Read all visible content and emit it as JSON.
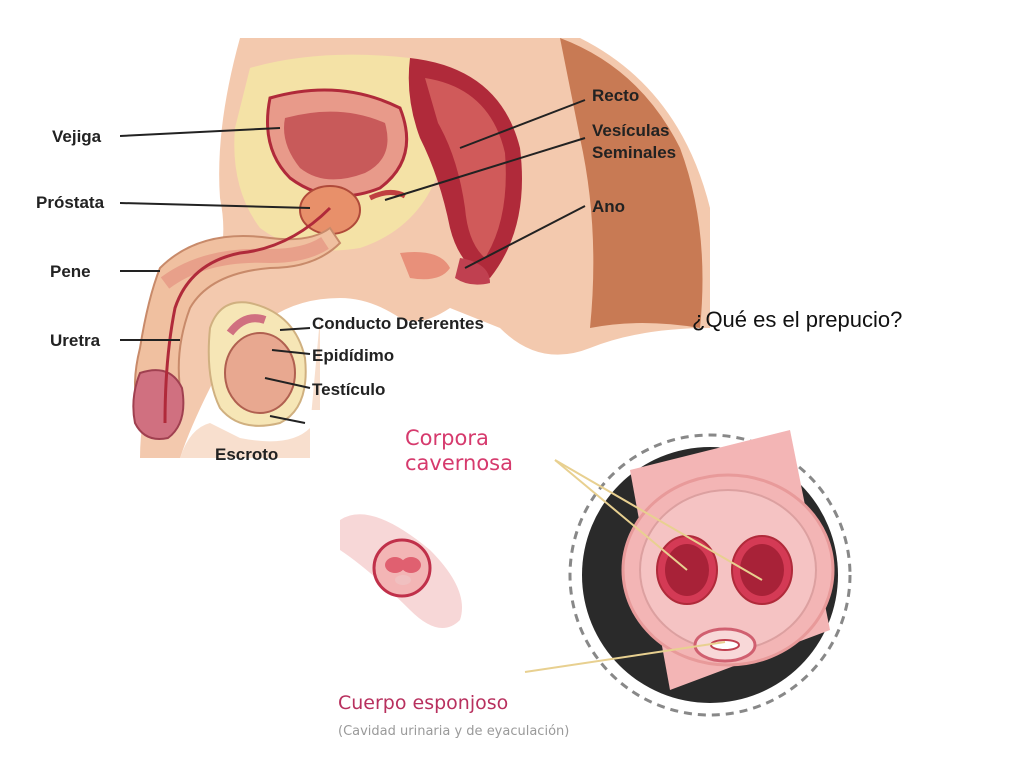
{
  "slide": {
    "title": "¿Qué es el prepucio?"
  },
  "anatomy_diagram": {
    "labels_left": [
      "Vejiga",
      "Próstata",
      "Pene",
      "Uretra"
    ],
    "labels_right": [
      "Recto",
      "Vesículas\nSeminales",
      "Ano"
    ],
    "labels_center": [
      "Conducto Deferentes",
      "Epidídimo",
      "Testículo",
      "Escroto"
    ]
  },
  "cross_section": {
    "corpora_label": "Corpora\ncavernosa",
    "spongy_label": "Cuerpo esponjoso",
    "spongy_sub": "(Cavidad urinaria y de eyaculación)"
  },
  "colors": {
    "accent_pink": "#d63a6d",
    "tissue": "#e89a8a",
    "dark_red": "#b02a3a",
    "skin": "#f3c9ae"
  }
}
